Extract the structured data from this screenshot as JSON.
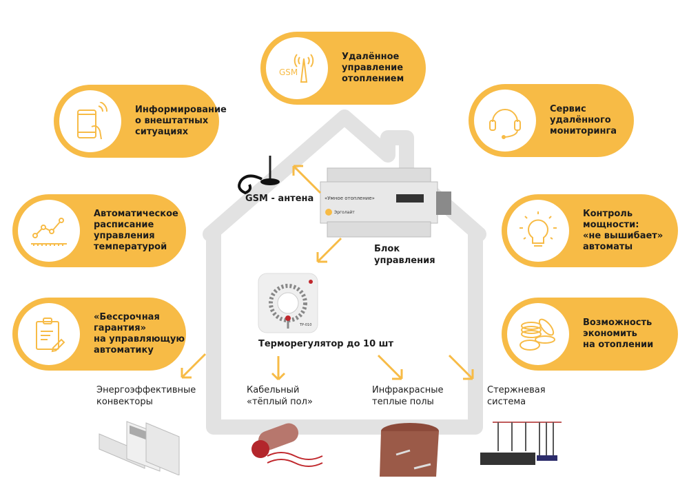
{
  "colors": {
    "accent": "#f7bb46",
    "house_outline": "#e2e2e2",
    "text": "#1c1c1c"
  },
  "features": [
    {
      "id": "remote-control",
      "icon": "gsm-antenna-icon",
      "icon_text": "GSM",
      "label": "Удалённое\nуправление\nотоплением"
    },
    {
      "id": "notifications",
      "icon": "smartphone-hand-icon",
      "label": "Информирование\nо внештатных\nситуациях"
    },
    {
      "id": "monitoring",
      "icon": "headset-icon",
      "label": "Сервис\nудалённого\nмониторинга"
    },
    {
      "id": "schedule",
      "icon": "line-graph-icon",
      "label": "Автоматическое\nрасписание\nуправления\nтемпературой"
    },
    {
      "id": "power-control",
      "icon": "lightbulb-icon",
      "label": "Контроль\nмощности:\n«не вышибает»\nавтоматы"
    },
    {
      "id": "warranty",
      "icon": "clipboard-pen-icon",
      "label": "«Бессрочная\nгарантия»\nна управляющую\nавтоматику"
    },
    {
      "id": "savings",
      "icon": "coins-icon",
      "label": "Возможность\nэкономить\nна отоплении"
    }
  ],
  "devices": {
    "antenna": {
      "label": "GSM - антена"
    },
    "control_block": {
      "label": "Блок\nуправления",
      "panel_text": "«Умное отопление»",
      "brand": "Эрголайт"
    },
    "thermostat": {
      "label": "Терморегулятор до 10 шт",
      "model": "ТР-010"
    }
  },
  "heating_systems": [
    {
      "id": "convectors",
      "label": "Энергоэффективные\nконвекторы"
    },
    {
      "id": "cable-floor",
      "label": "Кабельный\n«тёплый пол»"
    },
    {
      "id": "infrared-floor",
      "label": "Инфракрасные\nтеплые полы"
    },
    {
      "id": "rod-system",
      "label": "Стержневая\nсистема"
    }
  ]
}
